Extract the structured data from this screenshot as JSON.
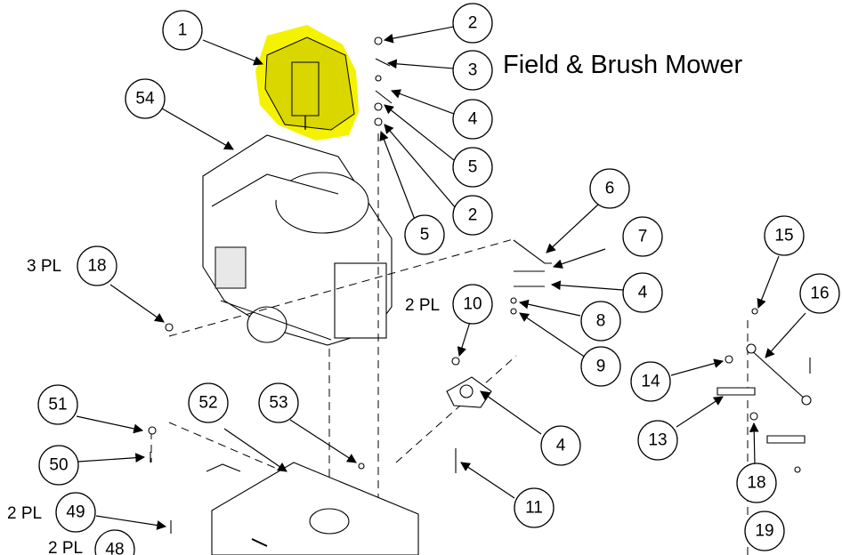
{
  "title": "Field & Brush Mower",
  "highlight_color": "#f5f200",
  "pl_notes": [
    "3 PL",
    "2 PL",
    "2 PL",
    "2 PL"
  ],
  "callouts": [
    "1",
    "2",
    "3",
    "54",
    "4",
    "5",
    "2",
    "5",
    "6",
    "7",
    "4",
    "8",
    "9",
    "10",
    "18",
    "15",
    "16",
    "14",
    "13",
    "18",
    "4",
    "51",
    "52",
    "53",
    "50",
    "11",
    "49",
    "48",
    "19"
  ]
}
